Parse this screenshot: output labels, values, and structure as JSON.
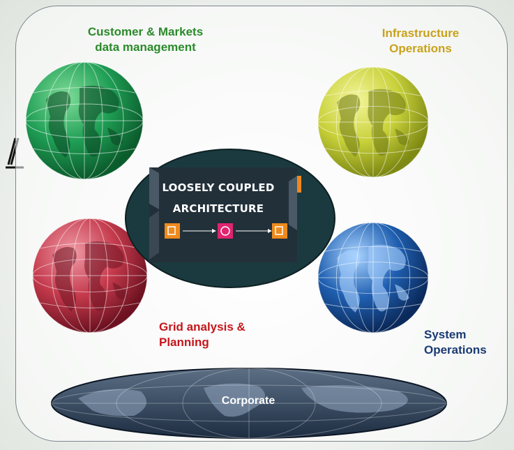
{
  "labels": {
    "customer": "Customer & Markets data management",
    "customer_l1": "Customer & Markets",
    "customer_l2": "data management",
    "infra_l1": "Infrastructure",
    "infra_l2": "Operations",
    "grid_l1": "Grid analysis &",
    "grid_l2": "Planning",
    "system_l1": "System",
    "system_l2": "Operations",
    "corporate": "Corporate"
  },
  "core": {
    "title_l1": "LOOSELY COUPLED",
    "title_l2": "ARCHITECTURE"
  },
  "colors": {
    "customer_text": "#2b8a2b",
    "infra_text": "#c8a21c",
    "grid_text": "#c5161d",
    "system_text": "#1a3a73",
    "globe_green": "#1f9e55",
    "globe_yellow": "#c8d13a",
    "globe_red": "#c43a4c",
    "globe_blue": "#1f5fb0",
    "core_bg": "#1b3a3f",
    "node_orange": "#ee8a1d",
    "node_pink": "#e0246f"
  }
}
